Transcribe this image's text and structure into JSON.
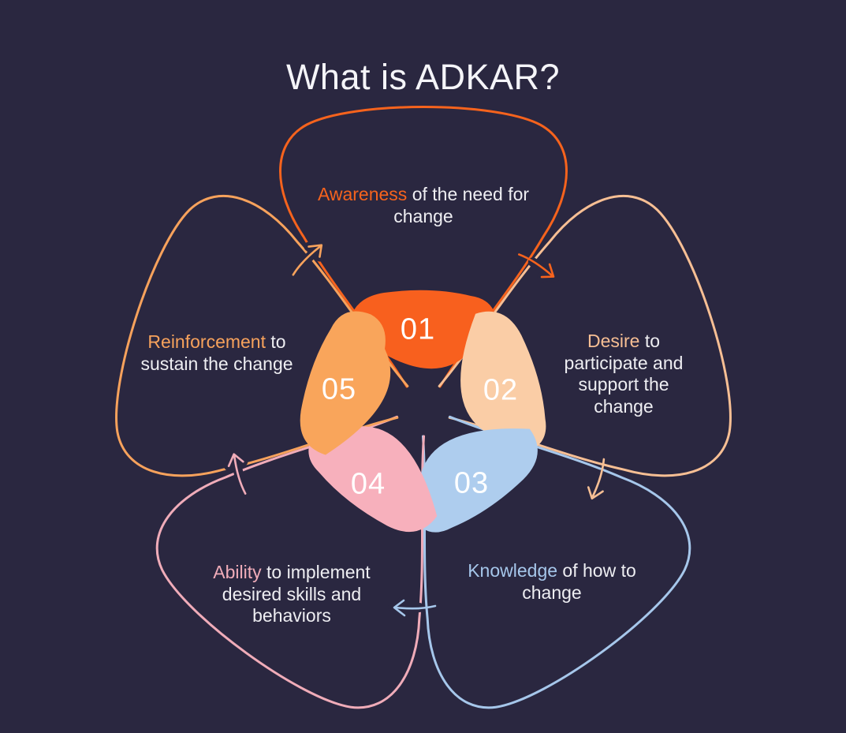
{
  "title": "What is ADKAR?",
  "background_color": "#2A2740",
  "text_color": "#EEEEF2",
  "steps": [
    {
      "number": "01",
      "keyword": "Awareness",
      "description": "of the need for change",
      "accent": "#F6631D",
      "fill": "#F8601E"
    },
    {
      "number": "02",
      "keyword": "Desire",
      "description": "to participate and support the change",
      "accent": "#F7BF94",
      "fill": "#FACDA6"
    },
    {
      "number": "03",
      "keyword": "Knowledge",
      "description": "of how to change",
      "accent": "#A6C7EB",
      "fill": "#AECDEE"
    },
    {
      "number": "04",
      "keyword": "Ability",
      "description": "to implement desired skills and behaviors",
      "accent": "#F0ACB9",
      "fill": "#F7B0BC"
    },
    {
      "number": "05",
      "keyword": "Reinforcement",
      "description": "to sustain the change",
      "accent": "#F7A25C",
      "fill": "#F9A55B"
    }
  ]
}
